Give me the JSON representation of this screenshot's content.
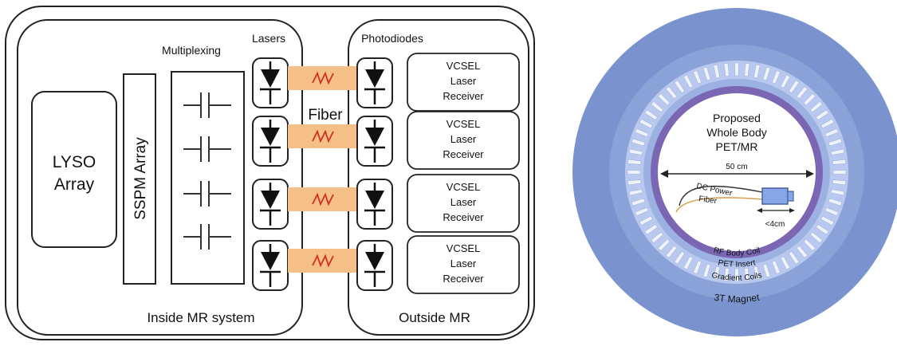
{
  "left_diagram": {
    "lyso_label_line1": "LYSO",
    "lyso_label_line2": "Array",
    "sspm_label": "SSPM Array",
    "multiplexing_label": "Multiplexing",
    "lasers_label": "Lasers",
    "fiber_label": "Fiber",
    "photodiodes_label": "Photodiodes",
    "inside_label": "Inside MR system",
    "outside_label": "Outside MR",
    "receivers": [
      {
        "line1": "VCSEL",
        "line2": "Laser",
        "line3": "Receiver"
      },
      {
        "line1": "VCSEL",
        "line2": "Laser",
        "line3": "Receiver"
      },
      {
        "line1": "VCSEL",
        "line2": "Laser",
        "line3": "Receiver"
      },
      {
        "line1": "VCSEL",
        "line2": "Laser",
        "line3": "Receiver"
      }
    ]
  },
  "right_diagram": {
    "title_line1": "Proposed",
    "title_line2": "Whole Body",
    "title_line3": "PET/MR",
    "diameter_label": "50 cm",
    "dc_power_label": "DC Power",
    "fiber_label": "Fiber",
    "module_size_label": "<4cm",
    "rf_coil_label": "RF Body Coil",
    "pet_insert_label": "PET Insert",
    "gradient_label": "Gradient Coils",
    "magnet_label": "3T Magnet"
  },
  "colors": {
    "magnet": "#7a93cf",
    "gradient_ring": "#8aa2d8",
    "pet_ring": "#b9c8ee",
    "rf_coil": "#7a66b3",
    "fiber_band": "#f4c088",
    "wave": "#d0301f"
  }
}
